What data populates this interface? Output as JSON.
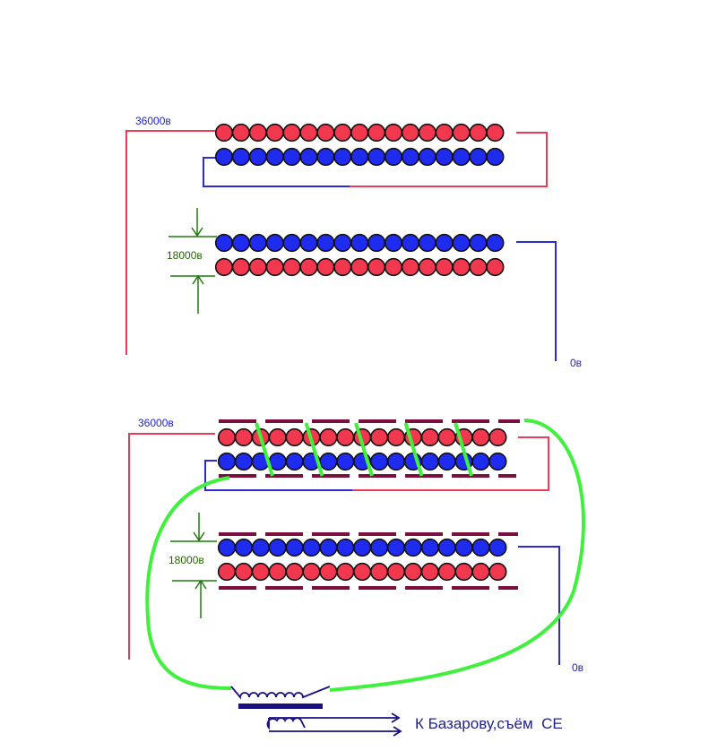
{
  "colors": {
    "red_ball": "#f2384f",
    "blue_ball": "#1f2cf0",
    "red_wire": "#ee3b55",
    "blue_wire": "#2b2bd6",
    "arrow_green": "#1f7a0a",
    "coil_green": "#3ff03c",
    "plate": "#7a0f3d",
    "transformer": "#1a1080",
    "text_blue": "#2222cc",
    "text_green": "#226600",
    "text_output": "#222288"
  },
  "balls_per_row": 17,
  "top_diagram": {
    "voltage_high": "36000в",
    "voltage_mid": "18000в",
    "voltage_zero": "0в"
  },
  "bottom_diagram": {
    "voltage_high": "36000в",
    "voltage_mid": "18000в",
    "voltage_zero": "0в",
    "coil_turns": 5,
    "output_label": "К Базарову,съём  СЕ"
  }
}
